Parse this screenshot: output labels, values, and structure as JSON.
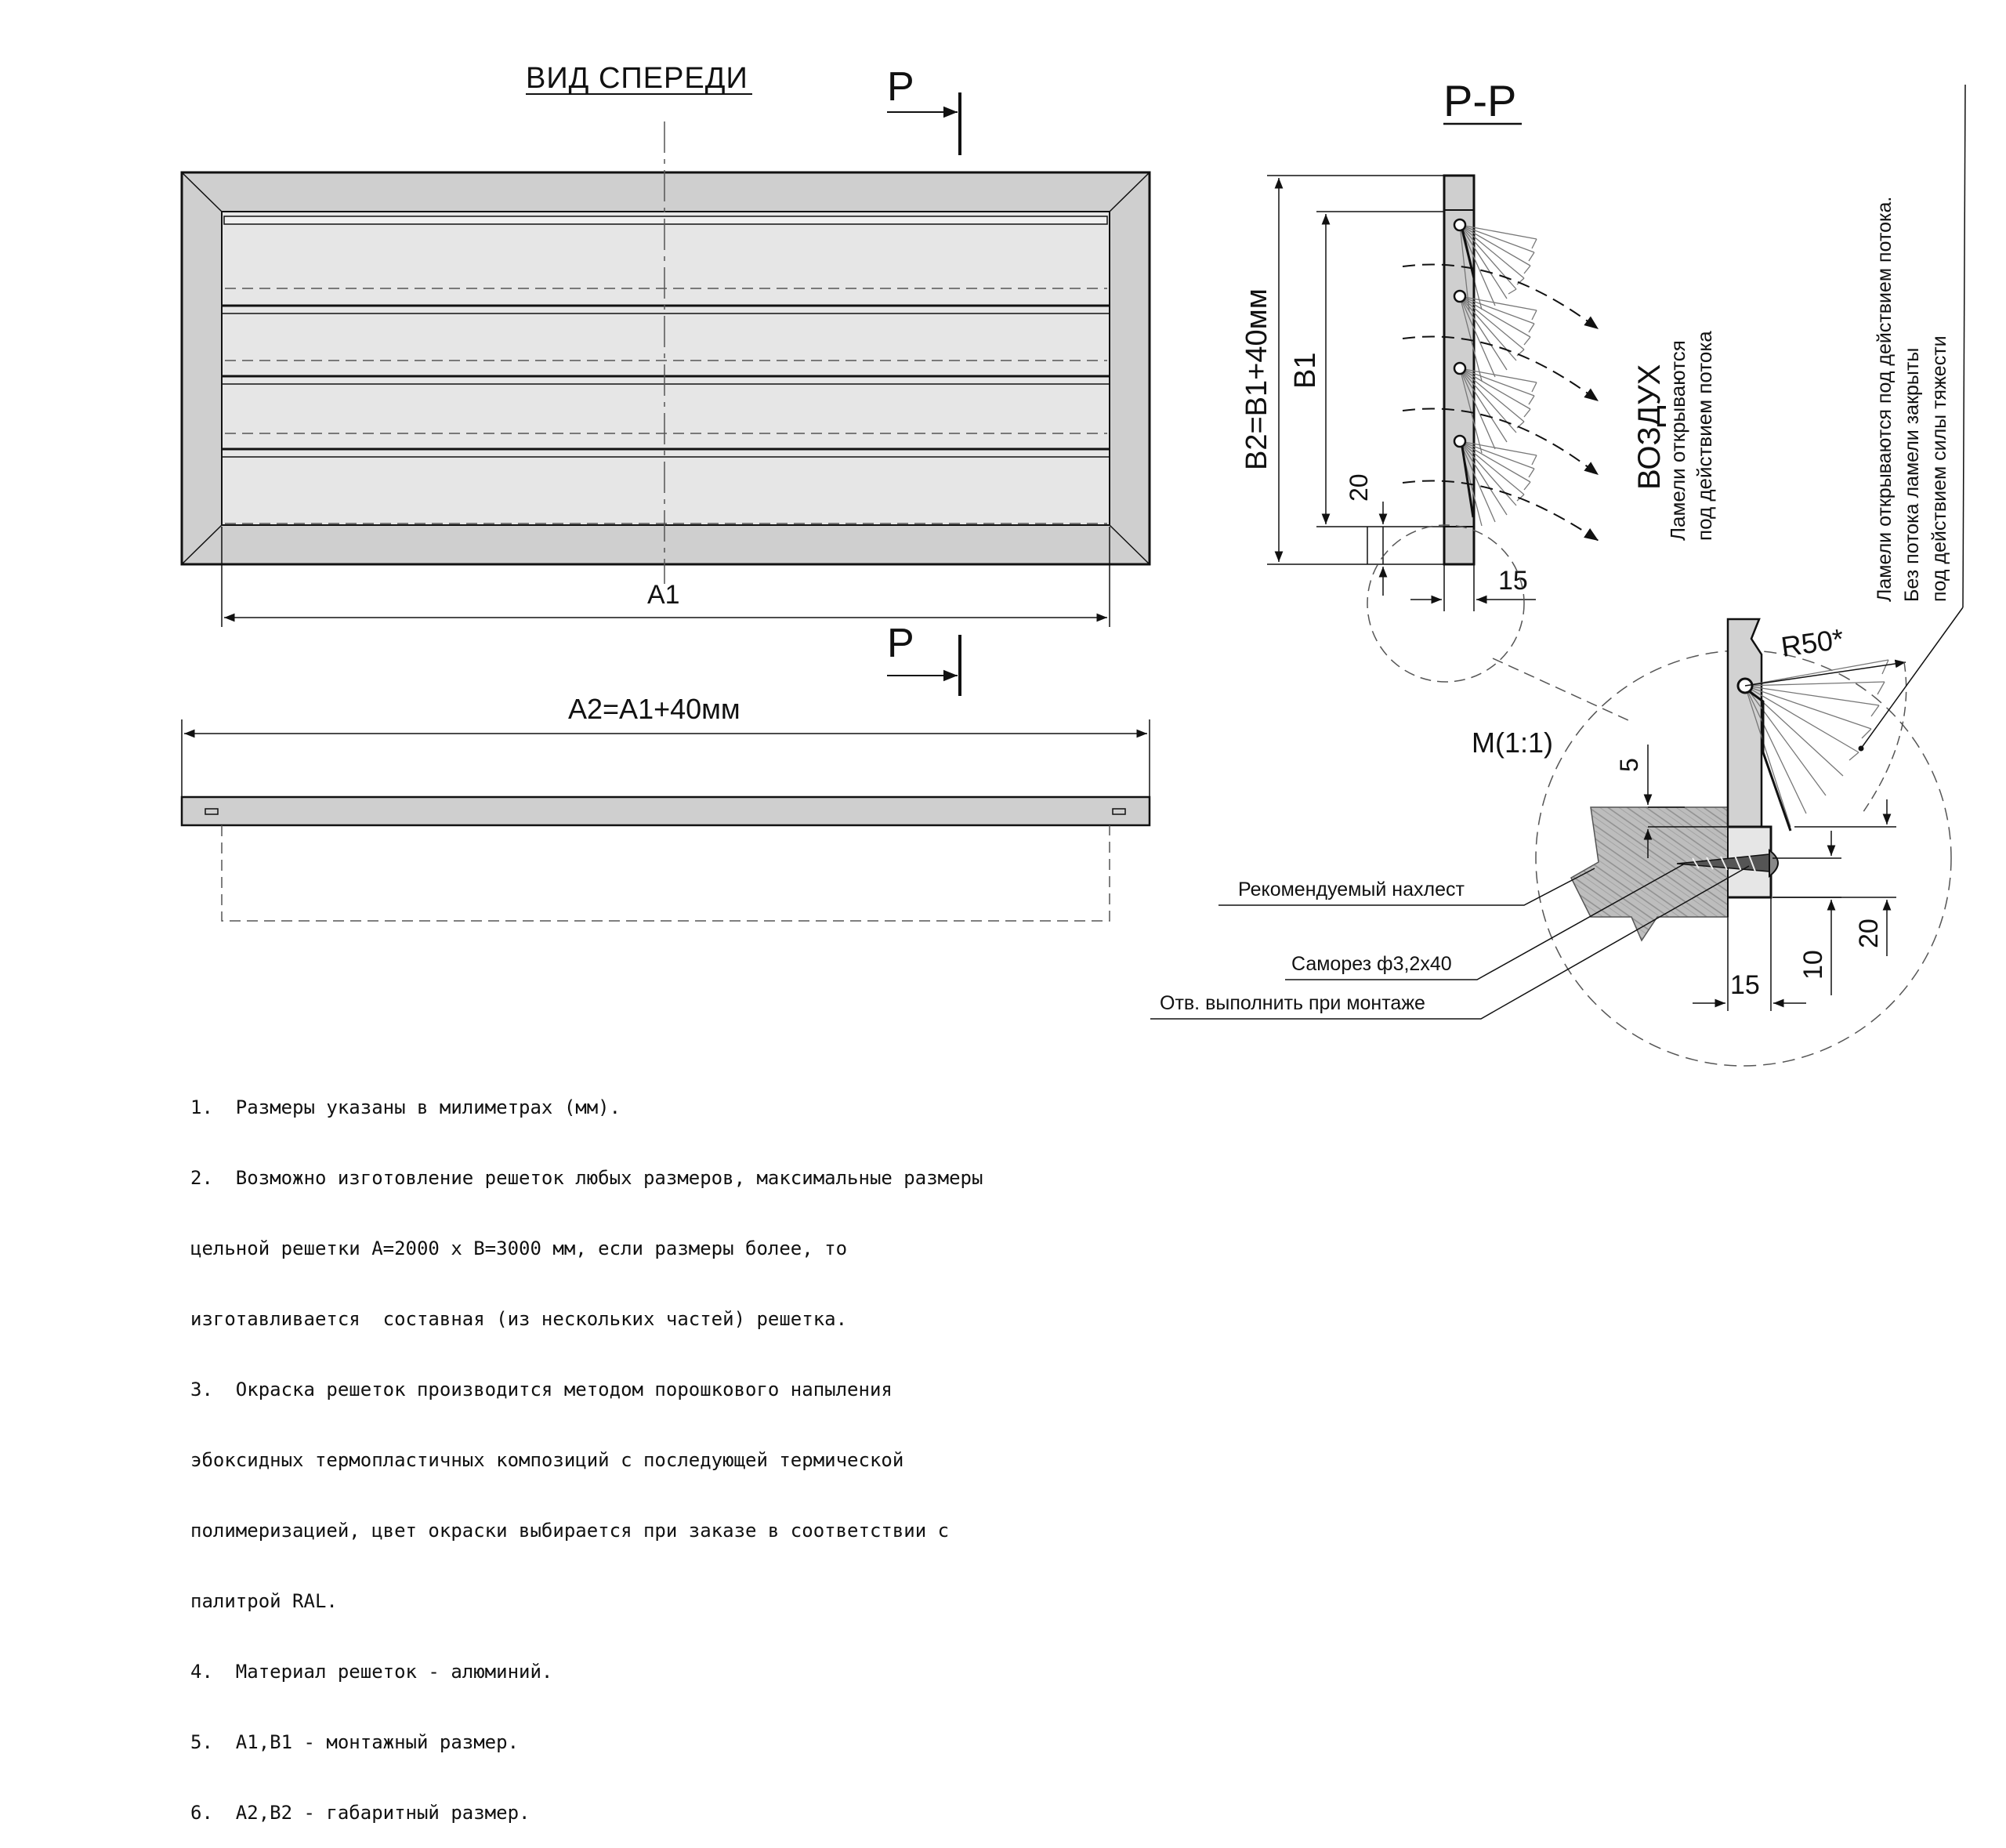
{
  "front_view": {
    "title": "ВИД СПЕРЕДИ",
    "section_mark": "Р",
    "dim_a1": "A1",
    "dim_a2": "A2=A1+40мм"
  },
  "section_view": {
    "title": "Р-Р",
    "dim_b2": "B2=B1+40мм",
    "dim_b1": "B1",
    "dim_20": "20",
    "dim_15": "15",
    "air_label": "ВОЗДУХ",
    "louver_note": [
      "Ламели открываются",
      "под действием потока"
    ]
  },
  "detail_view": {
    "title": "М(1:1)",
    "radius": "R50*",
    "dim_5": "5",
    "dim_10": "10",
    "dim_20": "20",
    "dim_15": "15",
    "callout_overlap": "Рекомендуемый нахлест",
    "callout_screw": "Саморез ф3,2х40",
    "callout_hole": "Отв. выполнить при монтаже",
    "side_note": [
      "Ламели открываются под действием потока.",
      "Без потока ламели закрыты",
      "под действием силы тяжести"
    ]
  },
  "notes": [
    "1.  Размеры указаны в милиметрах (мм).",
    "2.  Возможно изготовление решеток любых размеров, максимальные размеры",
    "цельной решетки А=2000 х В=3000 мм, если размеры более, то",
    "изготавливается  составная (из нескольких частей) решетка.",
    "3.  Окраска решеток производится методом порошкового напыления",
    "эбоксидных термопластичных композиций с последующей термической",
    "полимеризацией, цвет окраски выбирается при заказе в соответствии с",
    "палитрой RAL.",
    "4.  Материал решеток - алюминий.",
    "5.  A1,B1 - монтажный размер.",
    "6.  A2,B2 - габаритный размер."
  ],
  "colors": {
    "frame_fill": "#cfcfcf",
    "panel_fill": "#e6e6e6",
    "line": "#111111",
    "wood": "#b8b8b8"
  }
}
